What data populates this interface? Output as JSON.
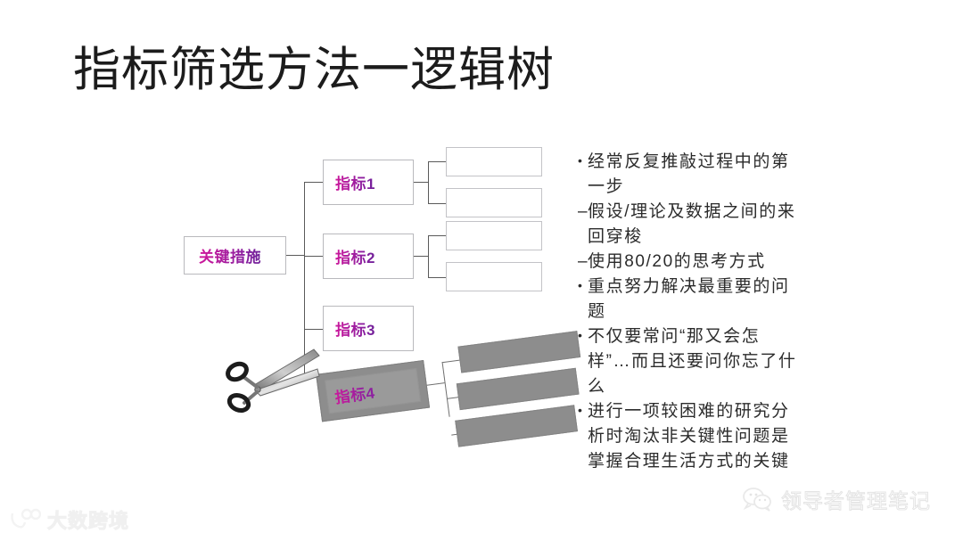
{
  "slide": {
    "title": "指标筛选方法一逻辑树",
    "background": "#ffffff"
  },
  "colors": {
    "accent_magenta": "#e0189b",
    "accent_purple": "#6e2099",
    "line": "#5a5a5a",
    "grey_fill": "#8d8d8d",
    "box_border": "#b9b9bd",
    "title_text": "#1c1c1c"
  },
  "tree": {
    "root": {
      "label": "关键措施"
    },
    "branches": [
      {
        "label": "指标1",
        "children": [
          "",
          ""
        ],
        "state": "active"
      },
      {
        "label": "指标2",
        "children": [
          "",
          ""
        ],
        "state": "active"
      },
      {
        "label": "指标3",
        "children": [],
        "state": "active"
      },
      {
        "label": "指标4",
        "children": [
          "",
          "",
          ""
        ],
        "state": "cut-off"
      }
    ]
  },
  "bullets": [
    {
      "level": 1,
      "text": "经常反复推敲过程中的第一步"
    },
    {
      "level": 2,
      "text": "假设/理论及数据之间的来回穿梭"
    },
    {
      "level": 2,
      "text": "使用80/20的思考方式"
    },
    {
      "level": 1,
      "text": "重点努力解决最重要的问题"
    },
    {
      "level": 1,
      "text": "不仅要常问“那又会怎样”…而且还要问你忘了什么"
    },
    {
      "level": 1,
      "text": "进行一项较困难的研究分析时淘汰非关键性问题是掌握合理生活方式的关键"
    }
  ],
  "watermarks": {
    "left": {
      "text": "大数跨境",
      "icon": "logo-icon"
    },
    "right": {
      "text": "领导者管理笔记",
      "icon": "wechat-icon"
    }
  }
}
